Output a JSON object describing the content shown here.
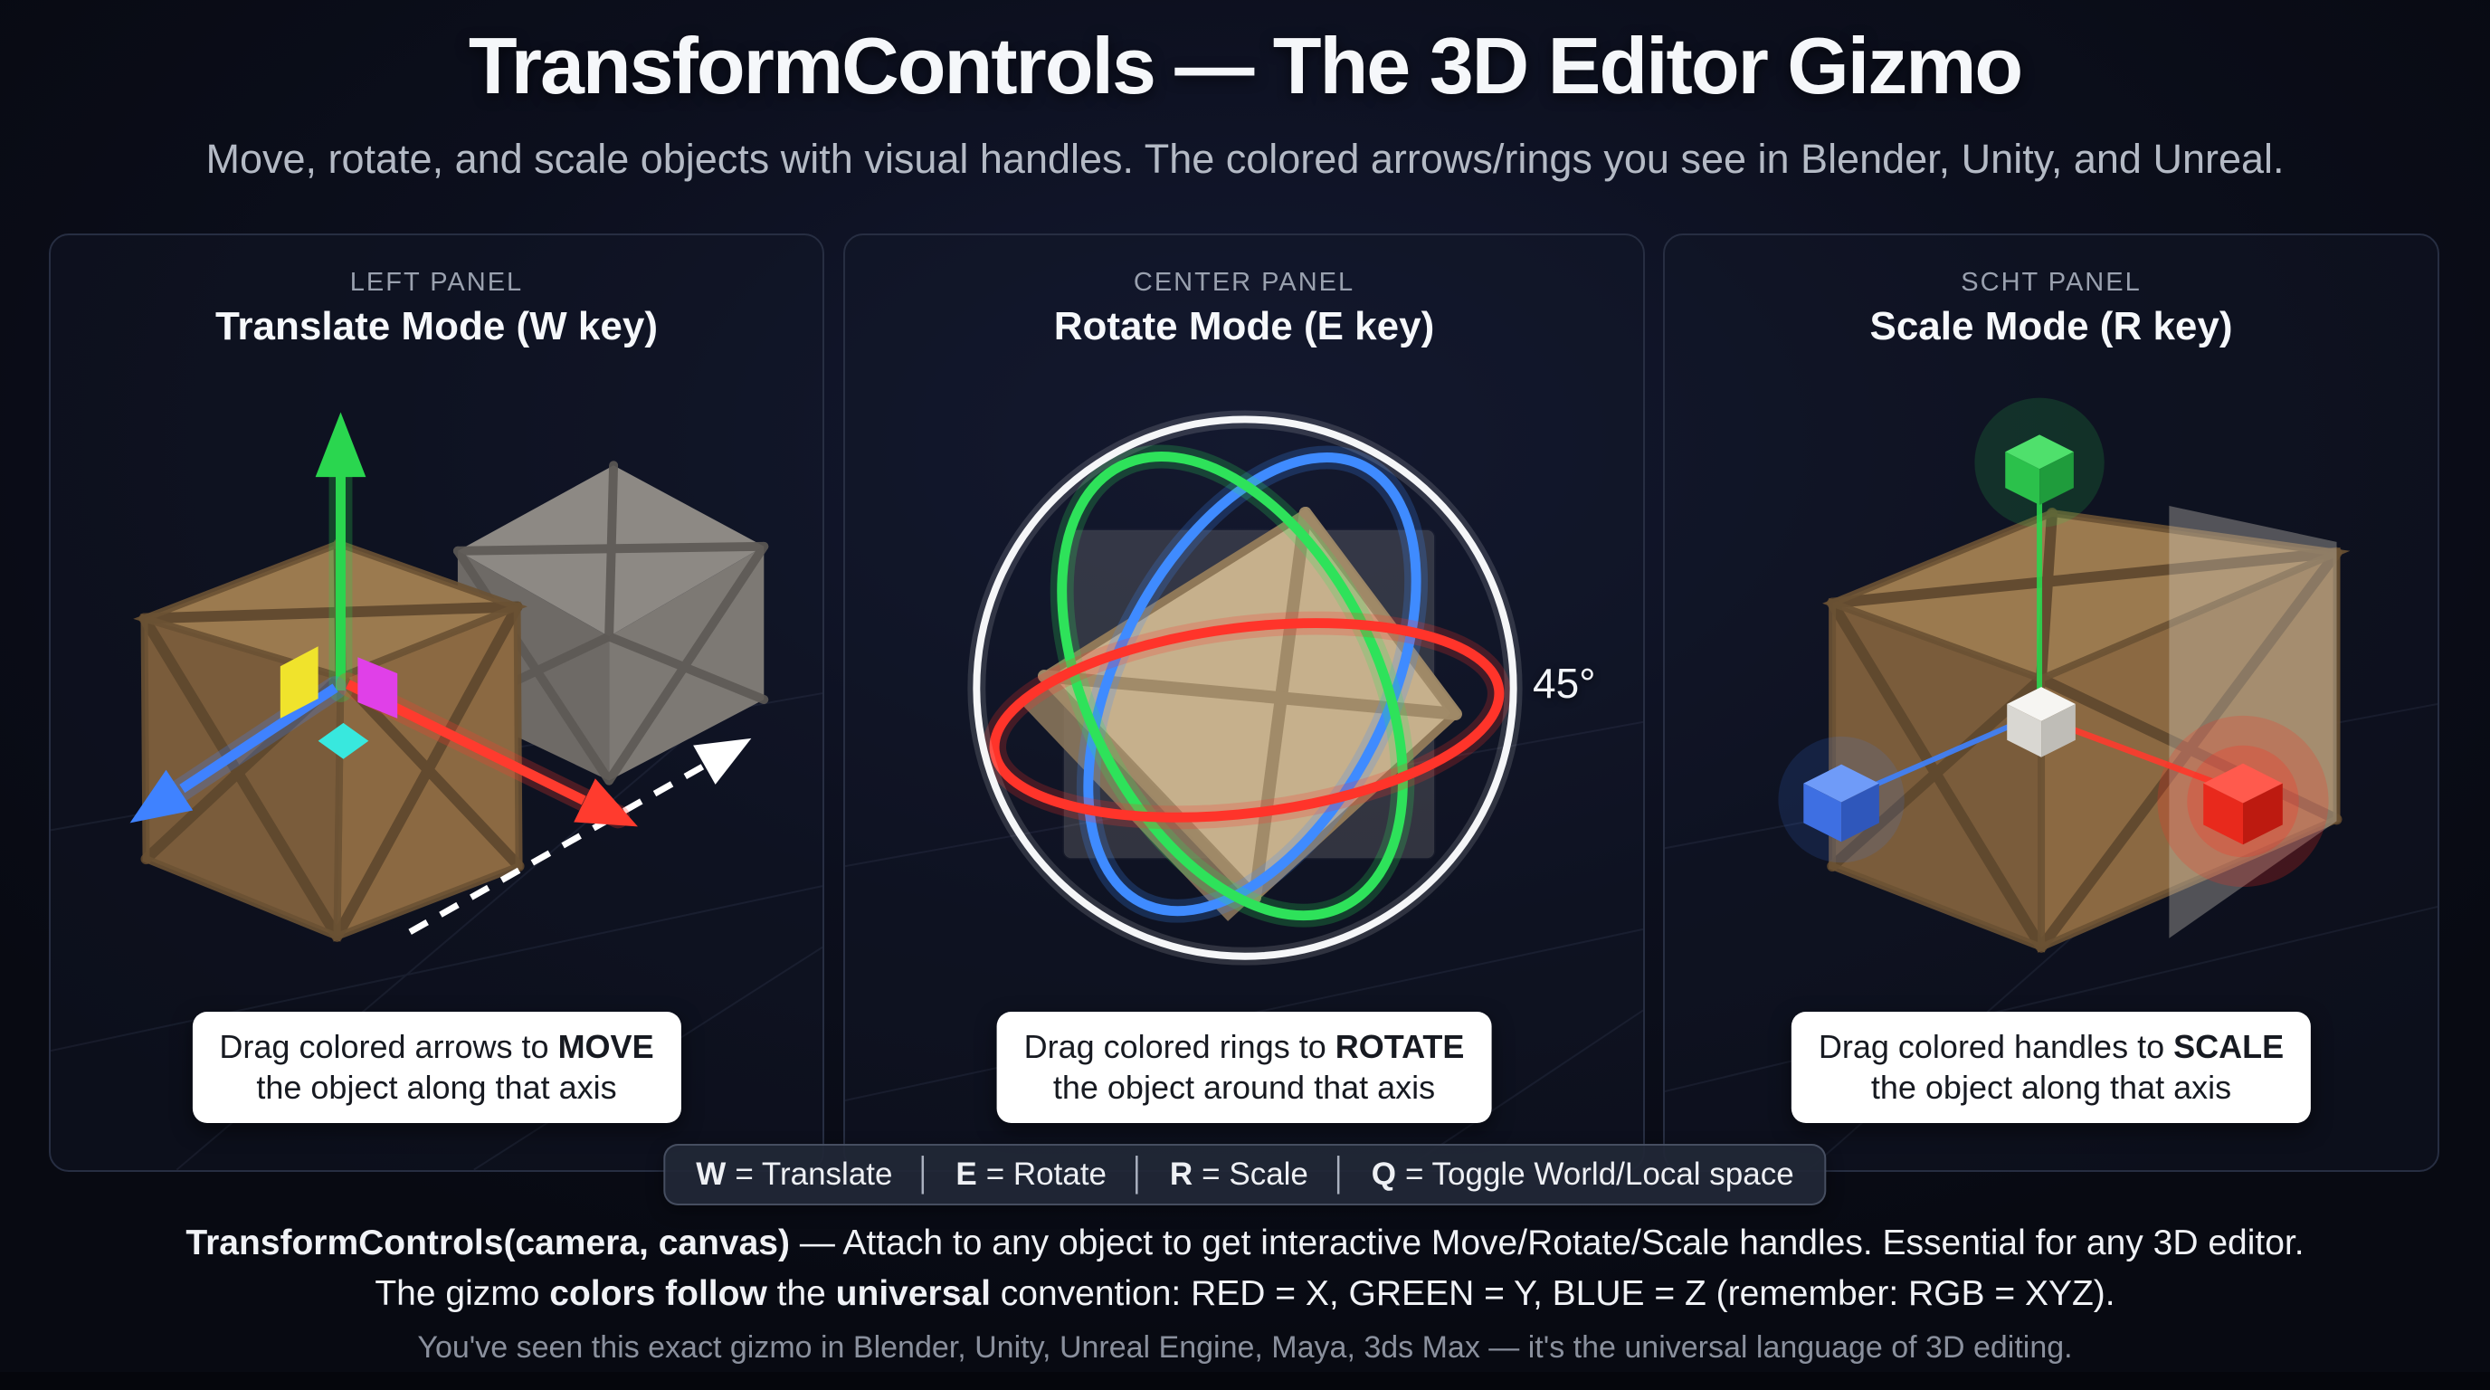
{
  "page": {
    "title": "TransformControls — The 3D Editor Gizmo",
    "subtitle": "Move, rotate, and scale objects with visual handles. The colored arrows/rings you see in Blender, Unity, and Unreal."
  },
  "panels": [
    {
      "kicker": "LEFT PANEL",
      "title": "Translate Mode (W key)",
      "caption": {
        "pre": "Drag colored arrows to ",
        "bold": "MOVE",
        "line2": "the object along that axis"
      }
    },
    {
      "kicker": "CENTER PANEL",
      "title": "Rotate Mode (E key)",
      "caption": {
        "pre": "Drag colored rings to ",
        "bold": "ROTATE",
        "line2": "the object around that axis"
      },
      "angle_label": "45°"
    },
    {
      "kicker": "SCHT PANEL",
      "title": "Scale Mode (R key)",
      "caption": {
        "pre": "Drag colored handles to ",
        "bold": "SCALE",
        "line2": "the object along that axis"
      }
    }
  ],
  "shortcuts": {
    "separator": "│",
    "items": [
      {
        "key": "W",
        "desc": "= Translate"
      },
      {
        "key": "E",
        "desc": "= Rotate"
      },
      {
        "key": "R",
        "desc": "= Scale"
      },
      {
        "key": "Q",
        "desc": "= Toggle World/Local space"
      }
    ]
  },
  "footer": {
    "line1": {
      "bold": "TransformControls(camera, canvas)",
      "rest": " — Attach to any object to get interactive Move/Rotate/Scale handles. Essential for any 3D editor."
    },
    "line2": {
      "s0": "The gizmo ",
      "s1": "colors follow",
      "s2": " the ",
      "s3": "universal",
      "s4": " convention: RED = X, GREEN = Y, BLUE = Z (remember: RGB = XYZ)."
    },
    "line3": "You've seen this exact gizmo in Blender, Unity, Unreal Engine, Maya, 3ds Max — it's the universal language of 3D editing."
  },
  "colors": {
    "axis_x": "#ff3b2e",
    "axis_y": "#2ad64f",
    "axis_z": "#3f82ff",
    "plane_xy": "#f0e32c",
    "plane_yz": "#e040e8",
    "plane_xz": "#38e8de",
    "ring_x": "#ff342a",
    "ring_y": "#2ee25a",
    "ring_z": "#3f8bff",
    "ring_view": "#f5f6f8"
  }
}
